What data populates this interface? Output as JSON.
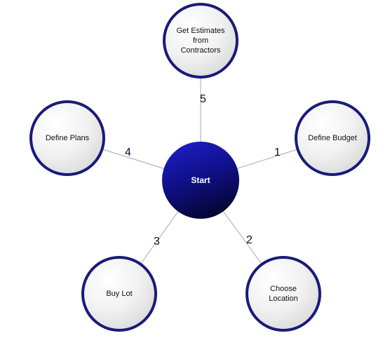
{
  "colors": {
    "node_border": "#1a1a7a",
    "center_fill": "#10108a",
    "edge": "#aaaaaa",
    "label": "#0a0a3a"
  },
  "center": {
    "label": "Start"
  },
  "nodes": [
    {
      "id": "define-budget",
      "label": "Define Budget",
      "step": "1"
    },
    {
      "id": "choose-location",
      "label": "Choose Location",
      "step": "2"
    },
    {
      "id": "buy-lot",
      "label": "Buy Lot",
      "step": "3"
    },
    {
      "id": "define-plans",
      "label": "Define Plans",
      "step": "4"
    },
    {
      "id": "get-estimates",
      "label": "Get Estimates from Contractors",
      "step": "5"
    }
  ]
}
